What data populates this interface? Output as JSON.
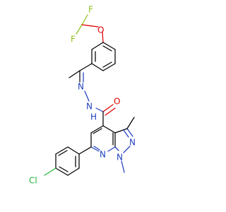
{
  "atoms": {
    "f_top": "F",
    "f_left": "F",
    "o_ether": "O",
    "n_hydrazone": "N",
    "nh": "N",
    "h_nh": "H",
    "o_carbonyl": "O",
    "n_pyrazole_2": "N",
    "n_pyridine": "N",
    "n_pyrazole_1": "N",
    "cl": "Cl"
  },
  "colors": {
    "carbon_bonds": "#000000",
    "nitrogen": "#1f3fbf",
    "oxygen": "#e00000",
    "fluorine": "#8fbf1f",
    "chlorine": "#24b33a"
  }
}
